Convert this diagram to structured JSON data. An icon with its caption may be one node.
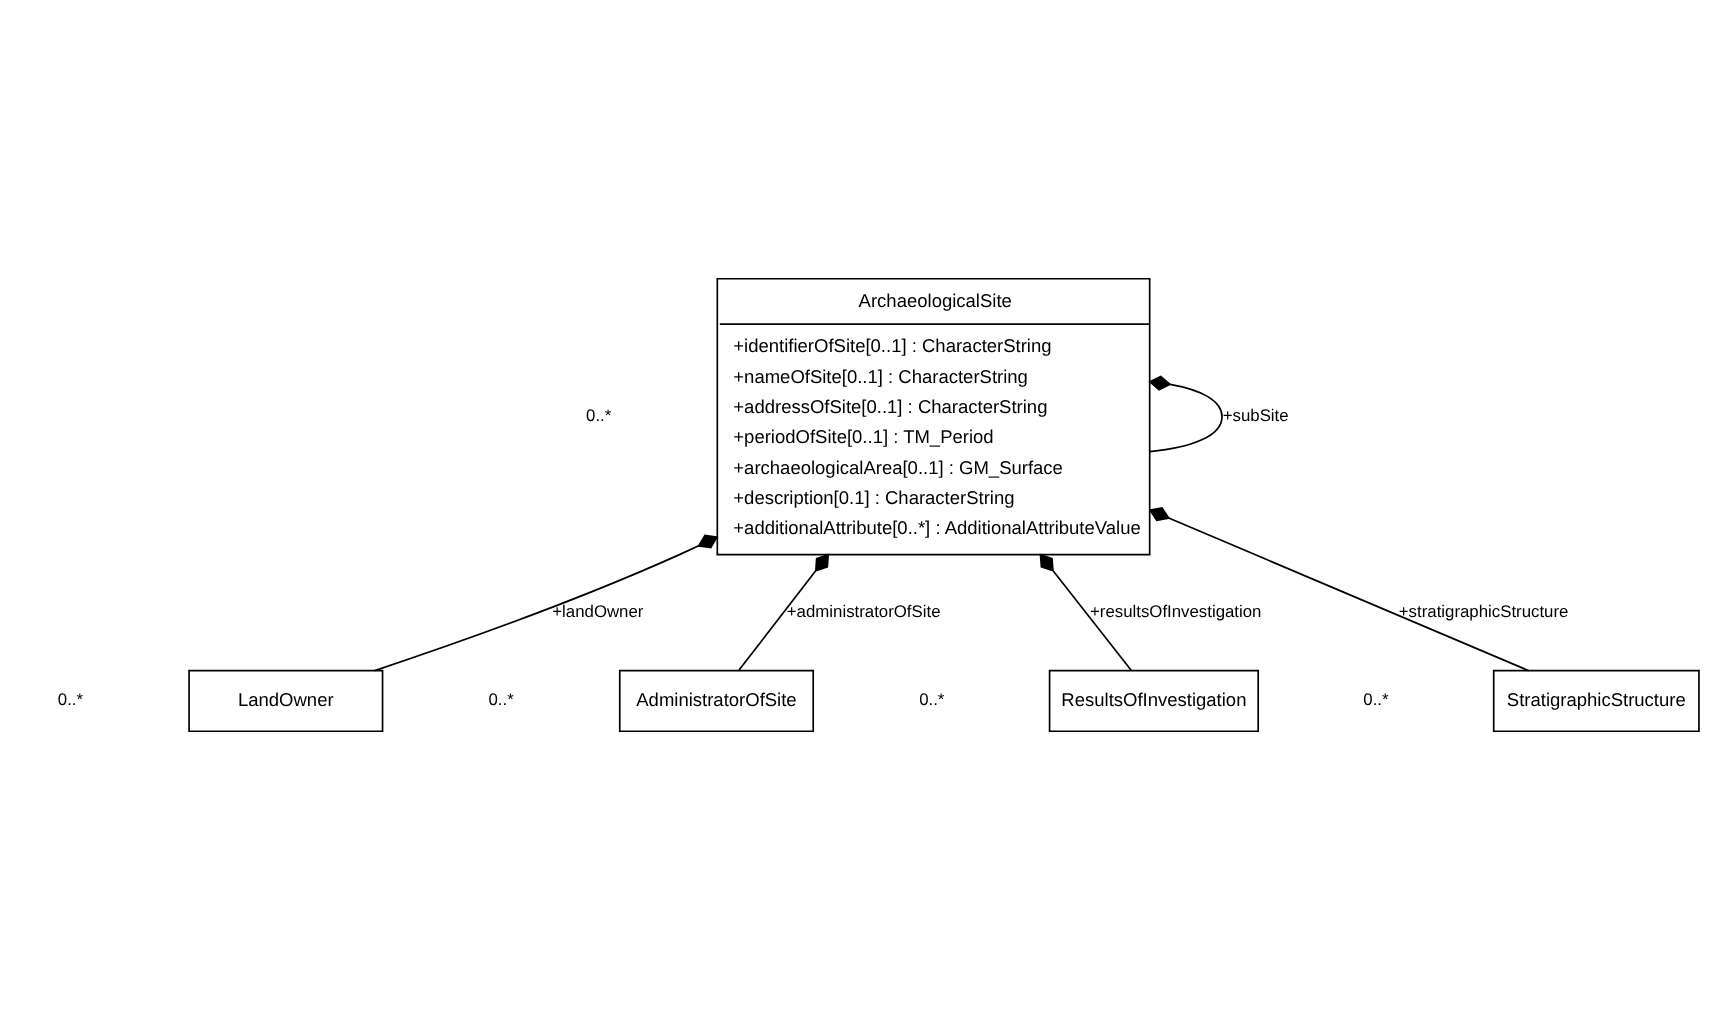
{
  "diagram": {
    "nodes": [
      {
        "text": [
          "ArchaeologicalSite",
          "+identifierOfSite[0..1] : CharacterString",
          "+nameOfSite[0..1] : CharacterString",
          "+addressOfSite[0..1] : CharacterString",
          "+periodOfSite[0..1] : TM_Period",
          "+archaeologicalArea[0..1] : GM_Surface",
          "+description[0.1] : CharacterString",
          "+additionalAttribute[0..*] : AdditionalAttributeValue"
        ]
      },
      {
        "text": [
          "LandOwner"
        ]
      },
      {
        "text": [
          "AdministratorOfSite"
        ]
      },
      {
        "text": [
          "ResultsOfInvestigation"
        ]
      },
      {
        "text": [
          "StratigraphicStructure"
        ]
      }
    ],
    "edges": [
      {
        "from": 0,
        "to": 0,
        "arrow": "other",
        "label": "+subSite"
      },
      {
        "from": 0,
        "to": 1,
        "arrow": "other",
        "label": "+landOwner"
      },
      {
        "from": 0,
        "to": 2,
        "arrow": "other",
        "label": "+administratorOfSite"
      },
      {
        "from": 0,
        "to": 3,
        "arrow": "other",
        "label": "+resultsOfInvestigation"
      },
      {
        "from": 0,
        "to": 4,
        "arrow": "other",
        "label": "+stratigraphicStructure"
      }
    ],
    "labels": [
      "0..*",
      "0..*",
      "0..*",
      "0..*",
      "0..*"
    ]
  }
}
